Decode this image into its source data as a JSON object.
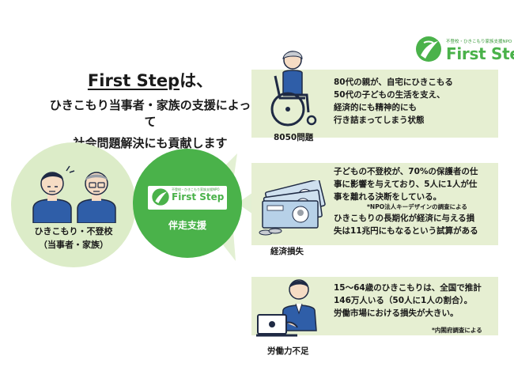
{
  "logo": {
    "subtitle": "不登校・ひきこもり家族支援NPO",
    "name": "First Step"
  },
  "headline": {
    "brand": "First Step",
    "suffix": "は、",
    "line2": "ひきこもり当事者・家族の支援によって",
    "line3": "社会問題解決にも貢献します"
  },
  "left_circle": {
    "line1": "ひきこもり・不登校",
    "line2": "（当事者・家族）"
  },
  "mid_circle": {
    "logo_name": "First Step",
    "logo_subtitle": "不登校・ひきこもり家族支援NPO",
    "label": "伴走支援"
  },
  "issues": [
    {
      "label": "8050問題",
      "lines": [
        "80代の親が、自宅にひきこもる",
        "50代の子どもの生活を支え、",
        "経済的にも精神的にも",
        "行き詰まってしまう状態"
      ]
    },
    {
      "label": "経済損失",
      "lines_a": [
        "子どもの不登校が、70%の保護者の仕",
        "事に影響を与えており、5人に1人が仕",
        "事を離れる決断をしている。"
      ],
      "note_a": "*NPO法人キーデザインの調査による",
      "lines_b": [
        "ひきこもりの長期化が経済に与える損",
        "失は11兆円にもなるという試算がある"
      ]
    },
    {
      "label": "労働力不足",
      "lines": [
        "15～64歳のひきこもりは、全国で推計",
        "146万人いる（50人に1人の割合）。",
        "労働市場における損失が大きい。"
      ],
      "note": "*内閣府調査による"
    }
  ],
  "colors": {
    "brand_green": "#4ab24a",
    "light_green": "#dcecc8",
    "box_green": "#e6efd2",
    "fan_green": "#e3f0d3",
    "navy": "#1f2a44",
    "blue": "#2f5ea8"
  },
  "icons": [
    "first-step-logo-icon",
    "wheelchair-person-icon",
    "money-bills-icon",
    "laptop-worker-icon",
    "person-icon"
  ]
}
